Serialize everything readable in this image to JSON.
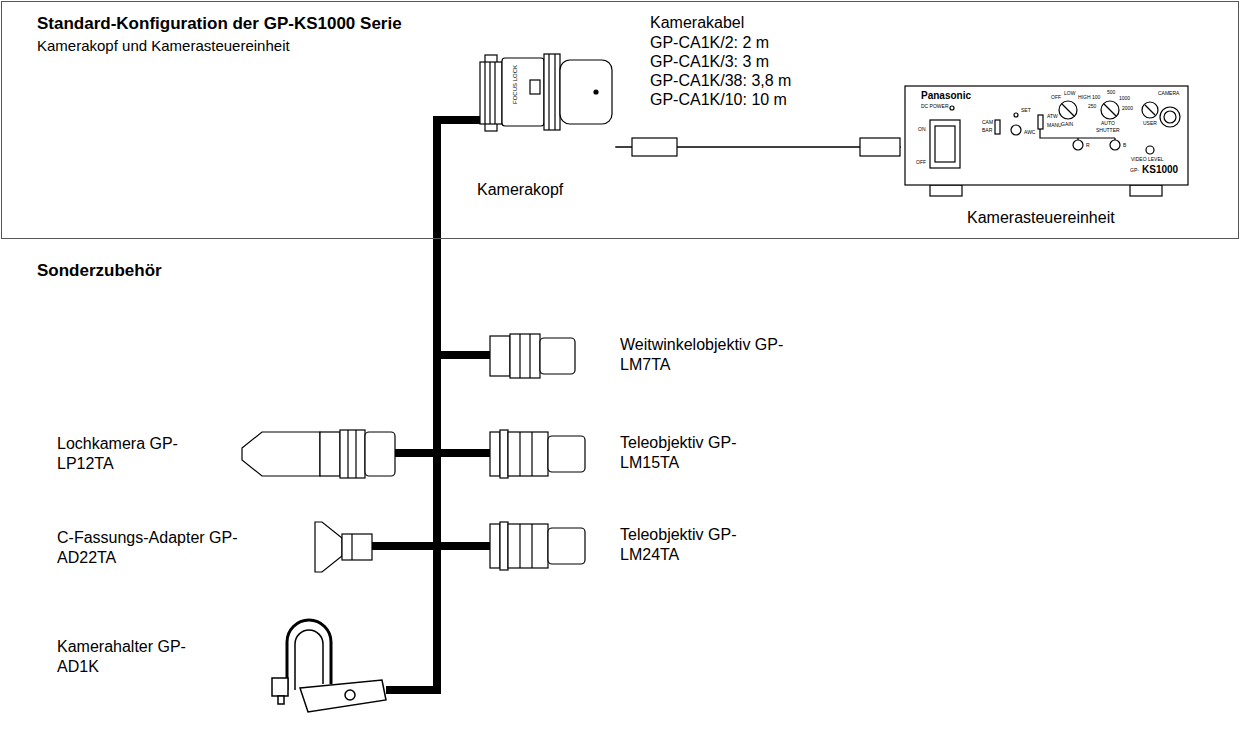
{
  "diagram": {
    "nodes": [
      {
        "text": [
          "Standard-Konfiguration der GP-KS1000 Serie",
          "Kamerakopf und Kamerasteuereinheit"
        ]
      },
      {
        "text": [
          "Kamerakopf"
        ],
        "in": 0
      },
      {
        "text": [
          "Kamerasteuereinheit"
        ],
        "in": 0
      },
      {
        "text": [
          "Weitwinkelobjektiv GP-LM7TA"
        ]
      },
      {
        "text": [
          "Lochkamera GP-LP12TA"
        ]
      },
      {
        "text": [
          "Teleobjektiv GP-LM15TA"
        ]
      },
      {
        "text": [
          "C-Fassungs-Adapter GP-AD22TA"
        ]
      },
      {
        "text": [
          "Teleobjektiv GP-LM24TA"
        ]
      },
      {
        "text": [
          "Kamerahalter GP-AD1K"
        ]
      }
    ],
    "edges": [
      {
        "from": 1,
        "to": 2,
        "arrow": "none"
      },
      {
        "from": 1,
        "to": 3,
        "arrow": "none"
      },
      {
        "from": 1,
        "to": 4,
        "arrow": "none"
      },
      {
        "from": 1,
        "to": 5,
        "arrow": "none"
      },
      {
        "from": 1,
        "to": 6,
        "arrow": "none"
      },
      {
        "from": 1,
        "to": 7,
        "arrow": "none"
      },
      {
        "from": 1,
        "to": 8,
        "arrow": "none"
      }
    ],
    "labels": [
      "Kamerakabel",
      "GP-CA1K/2: 2 m",
      "GP-CA1K/3: 3 m",
      "GP-CA1K/38: 3,8 m",
      "GP-CA1K/10: 10 m",
      "Sonderzubehör",
      "FOCUS LOCK",
      "Panasonic",
      "DC POWER",
      "ON",
      "OFF",
      "CAM",
      "BAR",
      "SET",
      "AWC",
      "ATW",
      "MANU",
      "OFF",
      "LOW",
      "HIGH",
      "GAIN",
      "AUTO",
      "SHUTTER",
      "R",
      "B",
      "USER",
      "VIDEO LEVEL",
      "CAMERA",
      "GP-",
      "KS1000",
      "100",
      "250",
      "500",
      "1000",
      "2000"
    ]
  }
}
